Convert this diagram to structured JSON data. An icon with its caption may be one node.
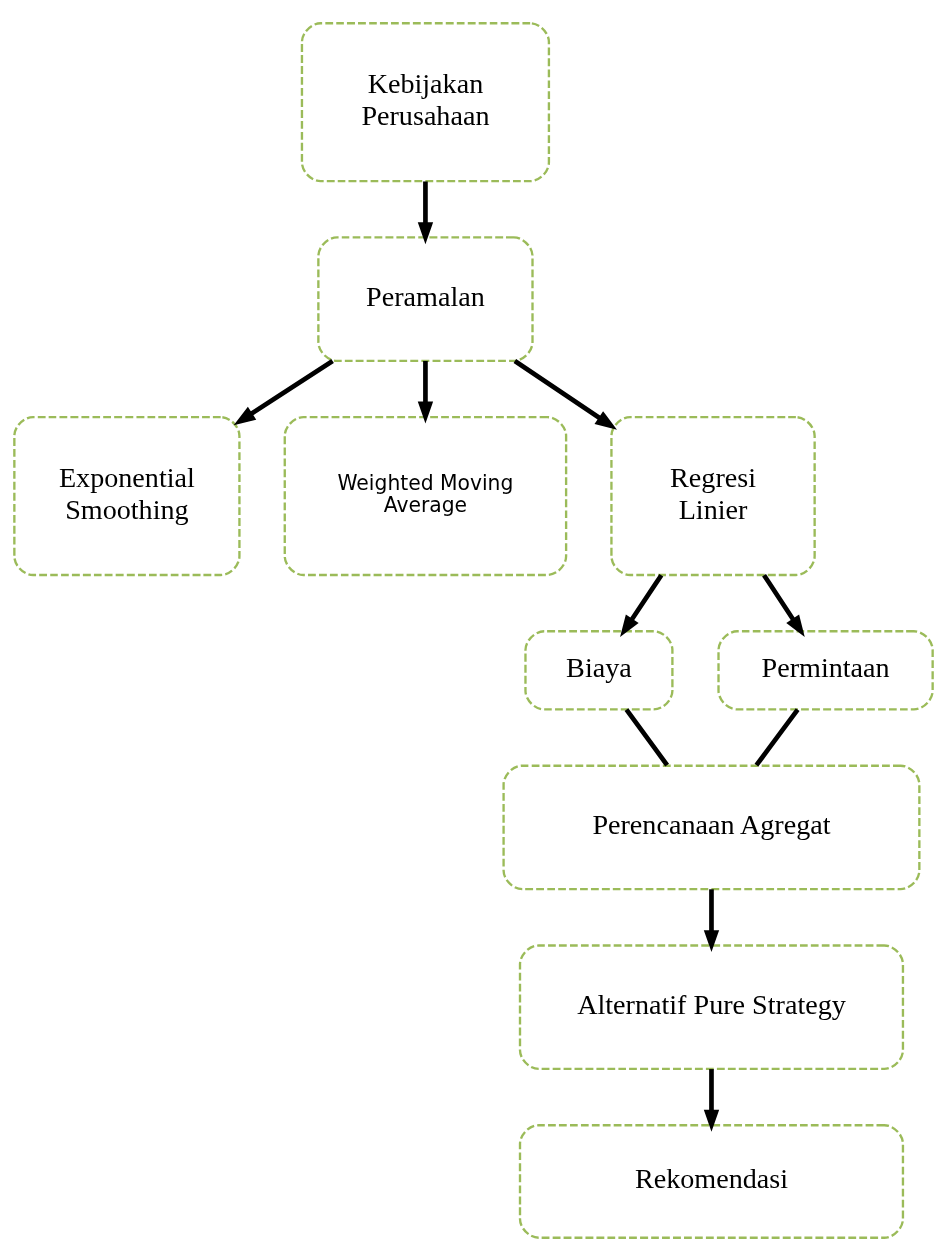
{
  "diagram": {
    "nodes": [
      {
        "text": [
          "Kebijakan Perusahaan"
        ]
      },
      {
        "text": [
          "Peramalan"
        ]
      },
      {
        "text": [
          "Exponential Smoothing"
        ]
      },
      {
        "text": [
          "Weighted Moving Average"
        ]
      },
      {
        "text": [
          "Regresi Linier"
        ]
      },
      {
        "text": [
          "Biaya"
        ]
      },
      {
        "text": [
          "Permintaan"
        ]
      },
      {
        "text": [
          "Perencanaan Agregat"
        ]
      },
      {
        "text": [
          "Alternatif Pure Strategy"
        ]
      },
      {
        "text": [
          "Rekomendasi"
        ]
      }
    ],
    "edges": [
      {
        "from": 0,
        "to": 1,
        "arrow": "to"
      },
      {
        "from": 1,
        "to": 2,
        "arrow": "to"
      },
      {
        "from": 1,
        "to": 3,
        "arrow": "to"
      },
      {
        "from": 1,
        "to": 4,
        "arrow": "to"
      },
      {
        "from": 4,
        "to": 5,
        "arrow": "to"
      },
      {
        "from": 4,
        "to": 6,
        "arrow": "to"
      },
      {
        "from": 5,
        "to": 7,
        "arrow": "none"
      },
      {
        "from": 6,
        "to": 7,
        "arrow": "none"
      },
      {
        "from": 7,
        "to": 8,
        "arrow": "to"
      },
      {
        "from": 8,
        "to": 9,
        "arrow": "to"
      }
    ]
  }
}
